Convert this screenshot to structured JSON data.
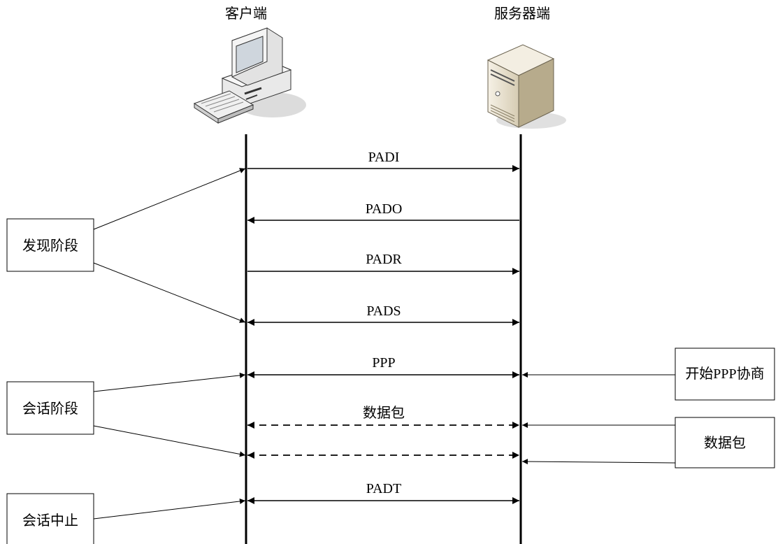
{
  "actors": {
    "client": "客户端",
    "server": "服务器端"
  },
  "messages": [
    {
      "label": "PADI",
      "direction": "to-server",
      "style": "solid"
    },
    {
      "label": "PADO",
      "direction": "to-client",
      "style": "solid"
    },
    {
      "label": "PADR",
      "direction": "to-server",
      "style": "solid"
    },
    {
      "label": "PADS",
      "direction": "both",
      "style": "solid"
    },
    {
      "label": "PPP",
      "direction": "both",
      "style": "solid"
    },
    {
      "label": "数据包",
      "direction": "both",
      "style": "dashed"
    },
    {
      "label": "",
      "direction": "both",
      "style": "dashed"
    },
    {
      "label": "PADT",
      "direction": "both",
      "style": "solid"
    }
  ],
  "left_notes": {
    "discovery": "发现阶段",
    "session": "会话阶段",
    "termination": "会话中止"
  },
  "right_notes": {
    "ppp_start": "开始PPP协商",
    "data": "数据包"
  },
  "colors": {
    "line": "#000000",
    "case_light": "#efe8d8",
    "case_dark": "#b9ad8f",
    "shadow": "#d9d9d9"
  },
  "icons": {
    "client": "desktop-computer-icon",
    "server": "tower-server-icon"
  }
}
